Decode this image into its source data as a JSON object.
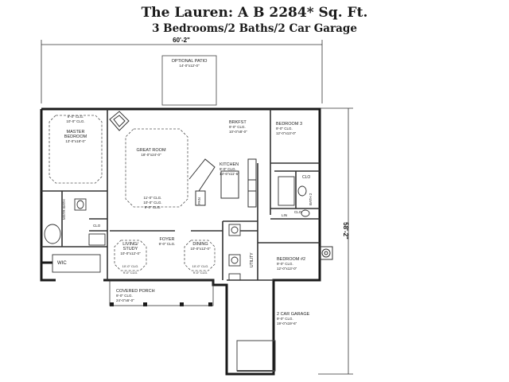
{
  "header": {
    "title": "The Lauren: A B 2284* Sq. Ft.",
    "subtitle": "3 Bedrooms/2 Baths/2 Car Garage"
  },
  "dimensions": {
    "width": "60'-2\"",
    "depth": "58'-2\""
  },
  "rooms": {
    "optional_patio": {
      "name": "OPTIONAL PATIO",
      "size": "14'-0\"x12'-0\""
    },
    "master_bedroom": {
      "ceiling": "9'-0\" CLG.",
      "ceiling2": "10'-0\" CLG.",
      "name": "MASTER",
      "name2": "BEDROOM",
      "size": "13'-0\"x18'-0\""
    },
    "great_room": {
      "name": "GREAT ROOM",
      "size": "18'-0\"x24'-0\"",
      "clg1": "11'-0\" CLG.",
      "clg2": "10'-0\" CLG.",
      "clg3": "9'-0\" CLG."
    },
    "brkfst": {
      "name": "BRKFST",
      "ceiling": "9'-0\" CLG.",
      "size": "10'-0\"x8'-0\""
    },
    "kitchen": {
      "name": "KITCHEN",
      "ceiling": "9'-0\" CLG.",
      "size": "13'-6\"x11'-6\""
    },
    "bedroom3": {
      "name": "BEDROOM 3",
      "ceiling": "9'-0\" CLG.",
      "size": "12'-0\"x13'-0\""
    },
    "master_bath": {
      "name": "MSTR BATH"
    },
    "wic": {
      "name": "WIC"
    },
    "clo_master": {
      "name": "CLO"
    },
    "clo_b3": {
      "name": "CLO"
    },
    "bath2": {
      "name": "BATH 2"
    },
    "lin": {
      "name": "LIN"
    },
    "clo_b2": {
      "name": "CLO"
    },
    "pan": {
      "name": "PAN"
    },
    "living": {
      "name": "LIVING/",
      "name2": "STUDY",
      "size": "10'-0\"x12'-0\"",
      "clg1": "10'-0\" CLG.",
      "clg2": "9'-0\" CLG."
    },
    "foyer": {
      "name": "FOYER",
      "ceiling": "9'-0\" CLG."
    },
    "dining": {
      "name": "DINING",
      "size": "10'-0\"x12'-0\"",
      "clg1": "10'-0\" CLG.",
      "clg2": "9'-0\" CLG."
    },
    "utility": {
      "name": "UTILITY"
    },
    "bedroom2": {
      "name": "BEDROOM #2",
      "ceiling": "9'-0\" CLG.",
      "size": "12'-0\"x13'-0\""
    },
    "porch": {
      "name": "COVERED PORCH",
      "ceiling": "9'-0\" CLG.",
      "size": "24'-0\"x6'-0\""
    },
    "garage": {
      "name": "2 CAR GARAGE",
      "ceiling": "9'-0\" CLG.",
      "size": "19'-0\"x19'-6\""
    }
  }
}
